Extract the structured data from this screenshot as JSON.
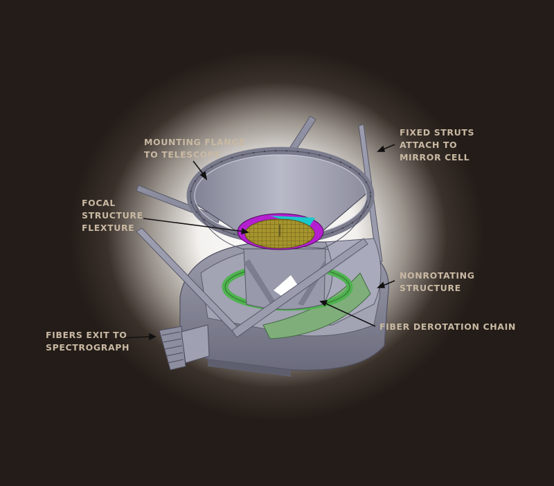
{
  "labels": {
    "mounting_flange": "MOUNTING FLANGE\nTO TELESCOPE",
    "fixed_struts": "FIXED STRUTS\nATTACH TO\nMIRROR CELL",
    "focal_structure": "FOCAL\nSTRUCTURE\nFLEXTURE",
    "nonrotating": "NONROTATING\nSTRUCTURE",
    "fiber_derotation": "FIBER DEROTATION CHAIN",
    "fibers_exit": "FIBERS EXIT TO\nSPECTROGRAPH"
  },
  "colors": {
    "label_text": "#c9b9a3",
    "metal": "#8d8ea0",
    "metal_light": "#b4b5c4",
    "metal_dark": "#5f6070",
    "ring_purple": "#b41fd0",
    "focal_gold": "#a6942e",
    "accent_cyan": "#19c8c8",
    "chain_green": "#4fb34f"
  }
}
